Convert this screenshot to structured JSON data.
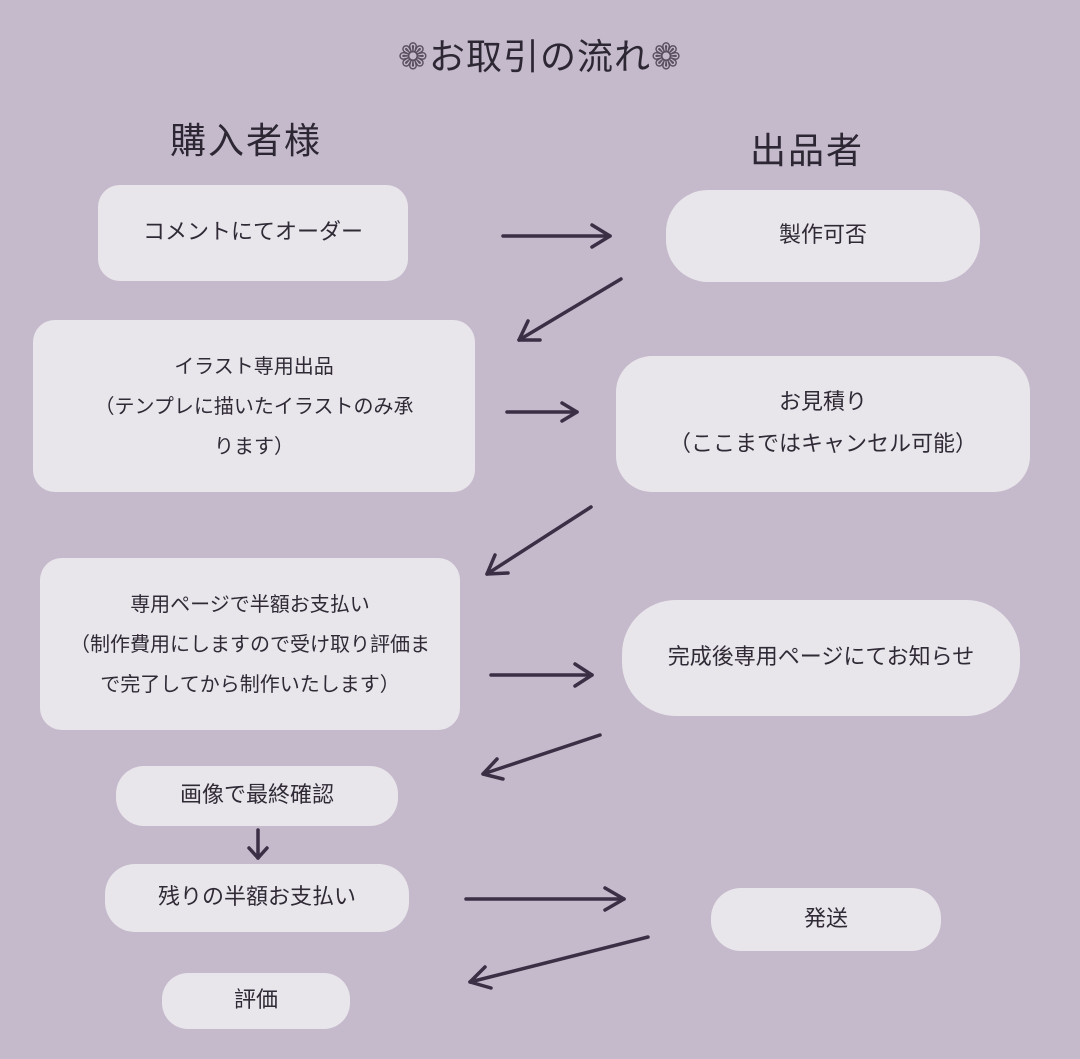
{
  "title": {
    "text": "お取引の流れ",
    "flower_left": "❁",
    "flower_right": "❁"
  },
  "columns": {
    "buyer": "購入者様",
    "seller": "出品者"
  },
  "steps": {
    "order": "コメントにてオーダー",
    "feasibility": "製作可否",
    "listing": "イラスト専用出品\n（テンプレに描いたイラストのみ承\nります）",
    "estimate": "お見積り\n（ここまではキャンセル可能）",
    "half_payment": "専用ページで半額お支払い\n（制作費用にしますので受け取り評価ま\nで完了してから制作いたします）",
    "completion_notice": "完成後専用ページにてお知らせ",
    "final_check": "画像で最終確認",
    "remaining_payment": "残りの半額お支払い",
    "shipping": "発送",
    "review": "評価"
  },
  "colors": {
    "background": "#c5b9cc",
    "box": "#e9e6eb",
    "arrow": "#3a2f45",
    "text": "#2f2a36"
  }
}
